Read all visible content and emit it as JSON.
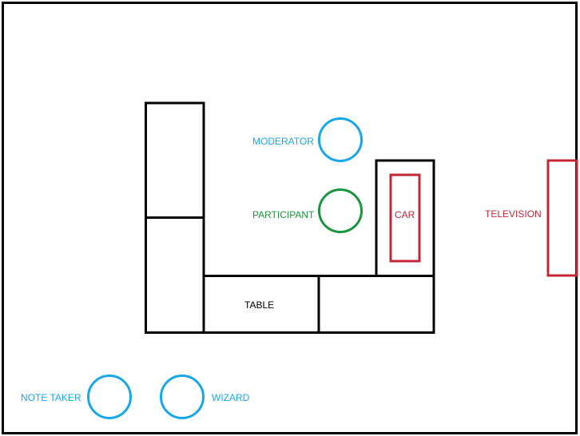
{
  "colors": {
    "frame": "#000000",
    "person": "#1aa7e6",
    "participant": "#1a9440",
    "equipment": "#c0283a",
    "furniture": "#000000"
  },
  "labels": {
    "moderator": "MODERATOR",
    "participant": "PARTICIPANT",
    "car": "CAR",
    "television": "TELEVISION",
    "table": "TABLE",
    "note_taker": "NOTE TAKER",
    "wizard": "WIZARD"
  },
  "icons": {
    "person": "circle",
    "equipment": "rectangle"
  }
}
